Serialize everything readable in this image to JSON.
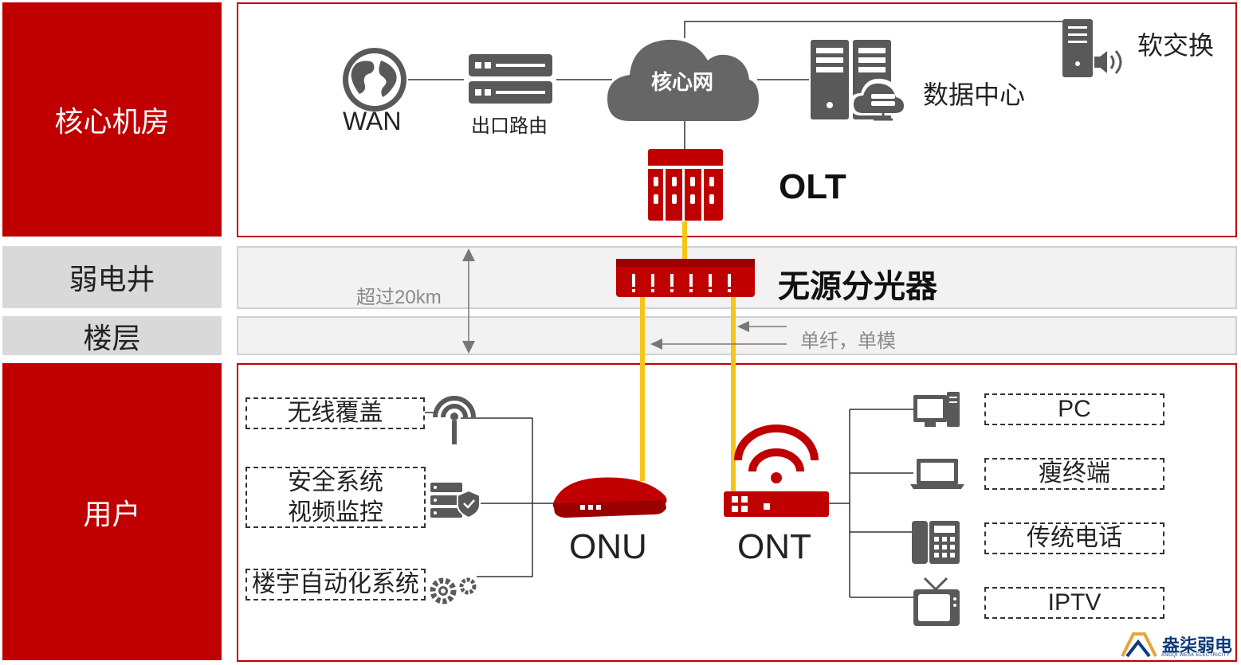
{
  "zones": {
    "core": "核心机房",
    "shaft": "弱电井",
    "floor": "楼层",
    "user": "用户"
  },
  "core_room": {
    "wan": "WAN",
    "exit_router": "出口路由",
    "core_network": "核心网",
    "data_center": "数据中心",
    "soft_switch": "软交换",
    "olt": "OLT"
  },
  "distribution": {
    "splitter": "无源分光器",
    "distance": "超过20km",
    "fiber_note": "单纤，单模"
  },
  "user_side": {
    "onu": "ONU",
    "ont": "ONT",
    "left_services": [
      "无线覆盖",
      "安全系统",
      "视频监控",
      "楼宇自动化系统"
    ],
    "right_services": [
      "PC",
      "瘦终端",
      "传统电话",
      "IPTV"
    ]
  },
  "logo": {
    "name": "盎柒弱电",
    "tagline": "ANGQI WEAK ELECTRICITY"
  },
  "colors": {
    "brand_red": "#c00000",
    "fiber_yellow": "#f5c518",
    "icon_gray": "#595959"
  }
}
